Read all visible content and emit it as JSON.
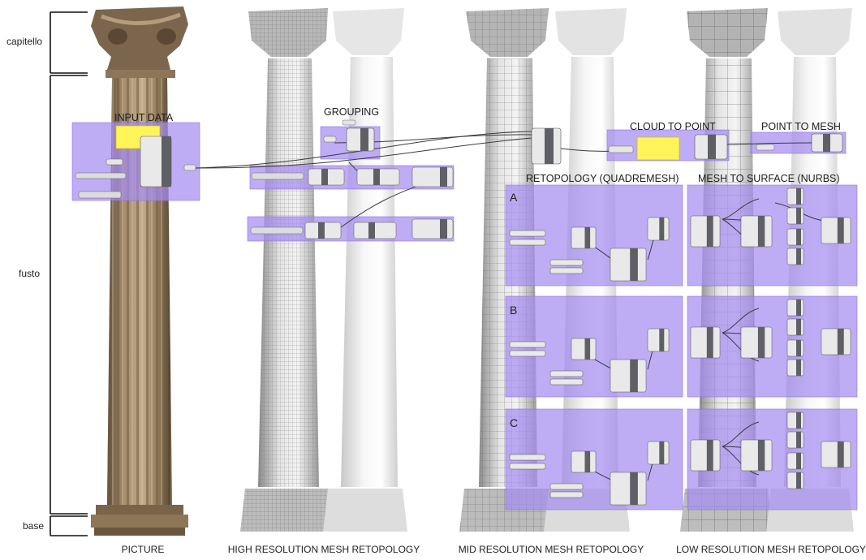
{
  "side_labels": {
    "capitello": "capitello",
    "fusto": "fusto",
    "base": "base"
  },
  "bottom_labels": {
    "picture": "PICTURE",
    "high": "HIGH RESOLUTION MESH RETOPOLOGY",
    "mid": "MID RESOLUTION MESH RETOPOLOGY",
    "low": "LOW RESOLUTION MESH RETOPOLOGY"
  },
  "sections": {
    "input_data": "INPUT DATA",
    "grouping": "GROUPING",
    "cloud_to_point": "CLOUD TO POINT",
    "point_to_mesh": "POINT TO MESH",
    "retopology": "RETOPOLOGY (QUADREMESH)",
    "mesh_to_surface": "MESH TO SURFACE (NURBS)"
  },
  "variants": [
    "A",
    "B",
    "C"
  ],
  "colors": {
    "group_fill": "#a58cf0",
    "panel_yellow": "#fff45a",
    "stone": "#9b8468",
    "mesh_white": "#eeeeee",
    "node_dark": "#5f5f66"
  }
}
